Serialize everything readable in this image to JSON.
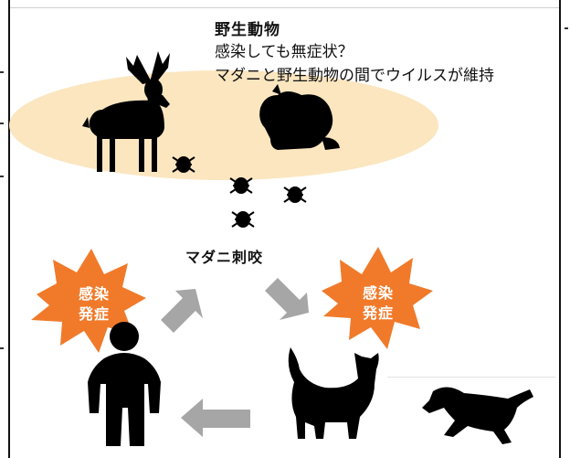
{
  "header": {
    "title": "野生動物",
    "line1": "感染しても無症状？",
    "line2": "マダニと野生動物の間でウイルスが維持"
  },
  "center_label": "マダニ刺咬",
  "left_burst": {
    "line1": "感染",
    "line2": "発症"
  },
  "right_burst": {
    "line1": "感染",
    "line2": "発症"
  },
  "colors": {
    "ellipse": "#fbe6c0",
    "burst": "#f07a2a",
    "arrow": "#a6a6a6",
    "silhouette": "#000000"
  }
}
